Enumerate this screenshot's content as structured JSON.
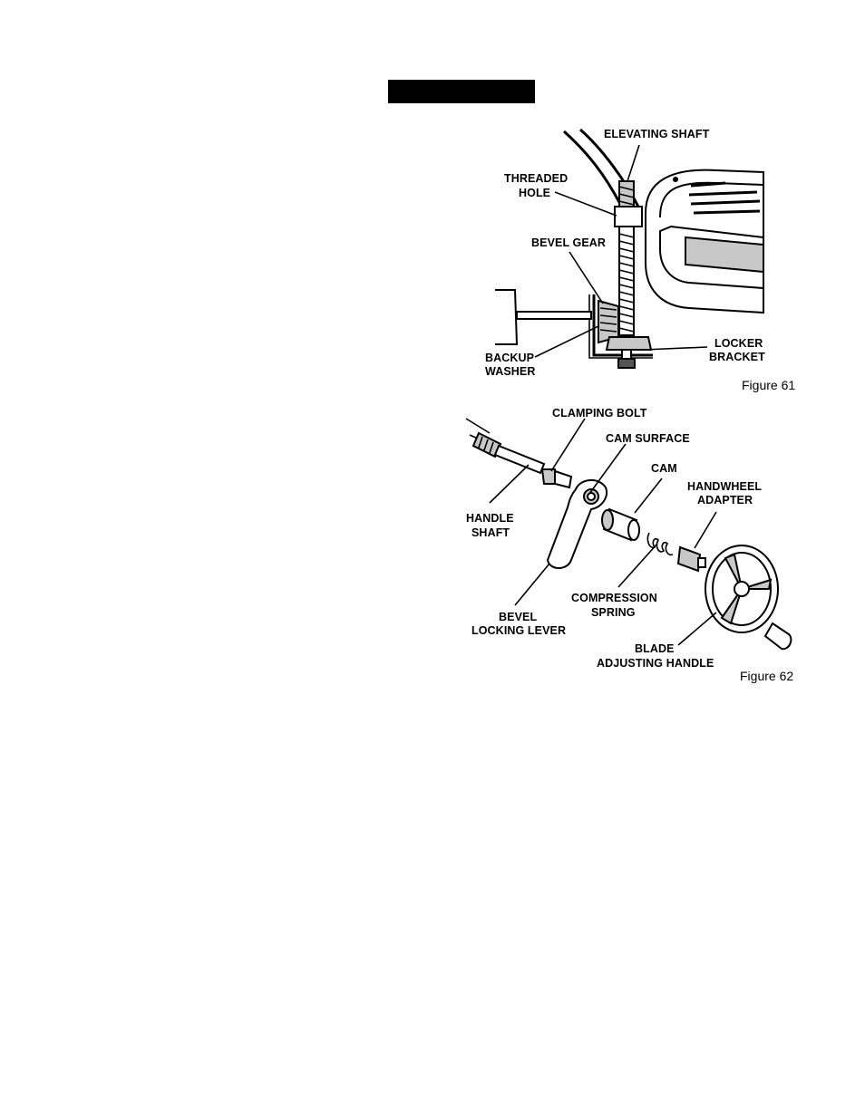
{
  "figure61": {
    "caption": "Figure 61",
    "labels": {
      "elevating_shaft": "ELEVATING SHAFT",
      "threaded_hole_1": "THREADED",
      "threaded_hole_2": "HOLE",
      "bevel_gear": "BEVEL GEAR",
      "backup_washer_1": "BACKUP",
      "backup_washer_2": "WASHER",
      "locker_bracket_1": "LOCKER",
      "locker_bracket_2": "BRACKET"
    }
  },
  "figure62": {
    "caption": "Figure 62",
    "labels": {
      "clamping_bolt": "CLAMPING BOLT",
      "cam_surface": "CAM SURFACE",
      "cam": "CAM",
      "handwheel_adapter_1": "HANDWHEEL",
      "handwheel_adapter_2": "ADAPTER",
      "handle_shaft_1": "HANDLE",
      "handle_shaft_2": "SHAFT",
      "compression_spring_1": "COMPRESSION",
      "compression_spring_2": "SPRING",
      "bevel_locking_lever_1": "BEVEL",
      "bevel_locking_lever_2": "LOCKING LEVER",
      "blade_adjusting_handle_1": "BLADE",
      "blade_adjusting_handle_2": "ADJUSTING HANDLE"
    }
  }
}
